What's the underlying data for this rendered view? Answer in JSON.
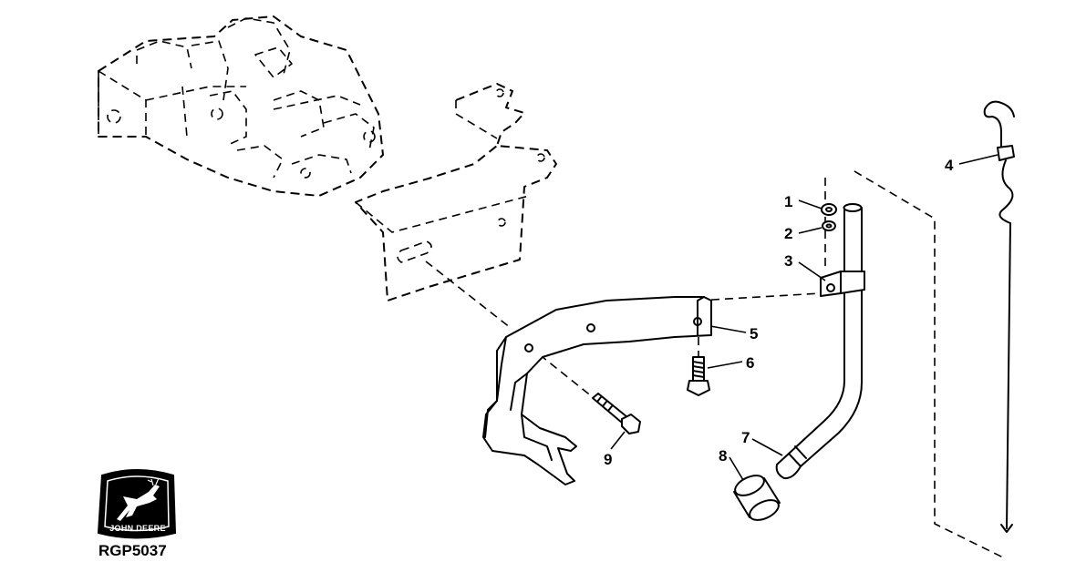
{
  "figure": {
    "code": "RGP5037",
    "logo_text": "JOHN DEERE"
  },
  "callouts": [
    {
      "number": "1"
    },
    {
      "number": "2"
    },
    {
      "number": "3"
    },
    {
      "number": "4"
    },
    {
      "number": "5"
    },
    {
      "number": "6"
    },
    {
      "number": "7"
    },
    {
      "number": "8"
    },
    {
      "number": "9"
    }
  ]
}
